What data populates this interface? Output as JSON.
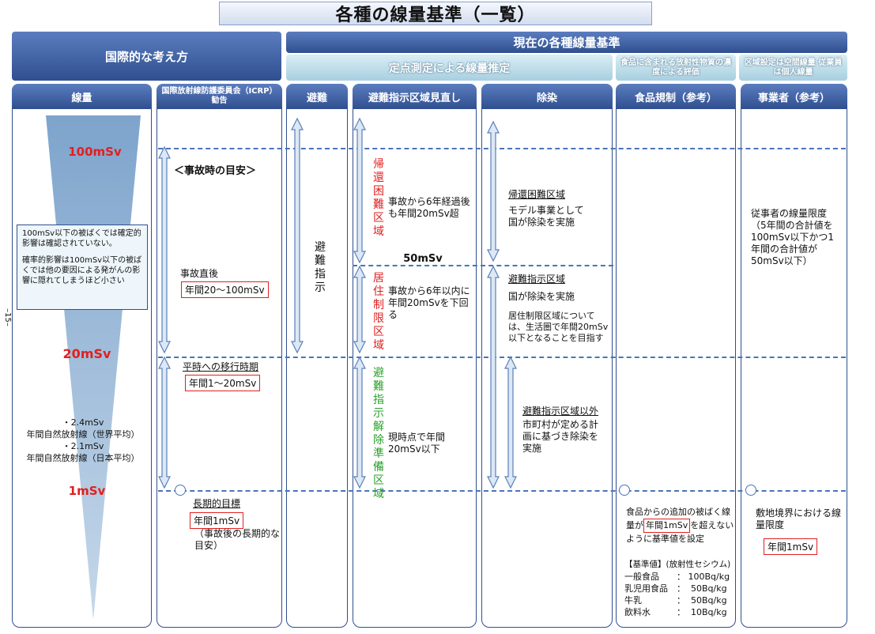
{
  "title": "各種の線量基準（一覧）",
  "header": {
    "left_group": "国際的な考え方",
    "right_group": "現在の各種線量基準",
    "sub_fixed": "定点測定による線量推定",
    "sub_food": "食品に含まれる放射性物質の濃度による評価",
    "sub_area": "区域設定は空間線量 従業員は個人線量"
  },
  "columns": {
    "dose": "線量",
    "icrp": "国際放射線防護委員会（ICRP）勧告",
    "evac": "避難",
    "review": "避難指示区域見直し",
    "decon": "除染",
    "food": "食品規制（参考）",
    "operator": "事業者（参考）"
  },
  "dose": {
    "level_100": "100mSv",
    "level_20": "20mSv",
    "level_1": "1mSv",
    "level_50": "50mSv",
    "note_line1": "100mSv以下の被ばくでは確定的影響は確認されていない。",
    "note_line2": "確率的影響は100mSv以下の被ばくでは他の要因による発がんの影響に隠れてしまうほど小さい",
    "natural_world_value": "・2.4mSv",
    "natural_world": "年間自然放射線（世界平均）",
    "natural_japan_value": "・2.1mSv",
    "natural_japan": "年間自然放射線（日本平均）",
    "page_mark": "–15–"
  },
  "icrp": {
    "accident_guide": "＜事故時の目安＞",
    "immediate": "事故直後",
    "immediate_range": "年間20～100mSv",
    "transition": "平時への移行時期",
    "transition_range": "年間1～20mSv",
    "longterm": "長期的目標",
    "longterm_value": "年間1mSv",
    "longterm_note": "（事故後の長期的な目安）"
  },
  "evac": {
    "label": "避難指示"
  },
  "review": {
    "zone1": "帰還困難区域",
    "zone1_desc": "事故から6年経過後も年間20mSv超",
    "zone2": "居住制限区域",
    "zone2_desc": "事故から6年以内に年間20mSvを下回る",
    "zone3": "避難指示解除準備区域",
    "zone3_desc": "現時点で年間20mSv以下"
  },
  "decon": {
    "zone1_title": "帰還困難区域",
    "zone1_desc": "モデル事業として国が除染を実施",
    "zone2_title": "避難指示区域",
    "zone2_desc": "国が除染を実施",
    "zone2_note": "居住制限区域については、生活圏で年間20mSv以下となることを目指す",
    "zone3_title": "避難指示区域以外",
    "zone3_desc": "市町村が定める計画に基づき除染を実施"
  },
  "food": {
    "desc_pre": "食品からの追加の被ばく線量が",
    "desc_value": "年間1mSv",
    "desc_post": "を超えないように基準値を設定",
    "std_title": "【基準値】(放射性セシウム)",
    "rows": [
      {
        "name": "一般食品",
        "value": "： 100Bq/kg"
      },
      {
        "name": "乳児用食品",
        "value": "：  50Bq/kg"
      },
      {
        "name": "牛乳",
        "value": "：  50Bq/kg"
      },
      {
        "name": "飲料水",
        "value": "：  10Bq/kg"
      }
    ]
  },
  "operator": {
    "worker_limit": "従事者の線量限度（5年間の合計値を100mSv以下かつ1年間の合計値が50mSv以下）",
    "boundary": "敷地境界における線量限度",
    "boundary_value": "年間1mSv"
  },
  "colors": {
    "navy": "#2f4f8f",
    "red": "#e02020",
    "green": "#2aa02a",
    "dash": "#4a74b8"
  }
}
